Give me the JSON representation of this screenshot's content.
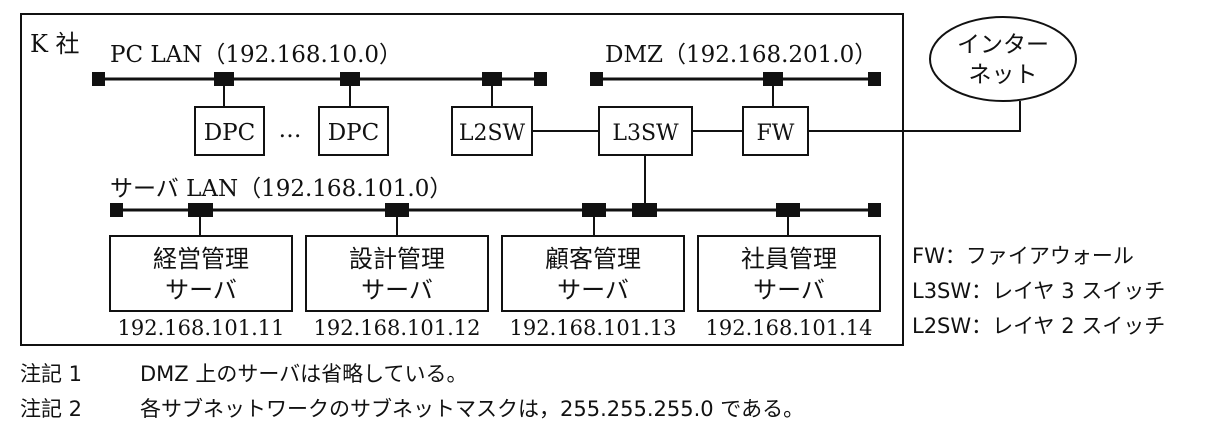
{
  "company_label": "K 社",
  "pclan": {
    "label": "PC LAN（192.168.10.0）"
  },
  "dmz": {
    "label": "DMZ（192.168.201.0）"
  },
  "serverlan": {
    "label": "サーバ LAN（192.168.101.0）"
  },
  "internet": {
    "line1": "インター",
    "line2": "ネット"
  },
  "devices": {
    "dpc1": "DPC",
    "ellipsis": "…",
    "dpc2": "DPC",
    "l2sw": "L2SW",
    "l3sw": "L3SW",
    "fw": "FW"
  },
  "servers": [
    {
      "line1": "経営管理",
      "line2": "サーバ",
      "ip": "192.168.101.11"
    },
    {
      "line1": "設計管理",
      "line2": "サーバ",
      "ip": "192.168.101.12"
    },
    {
      "line1": "顧客管理",
      "line2": "サーバ",
      "ip": "192.168.101.13"
    },
    {
      "line1": "社員管理",
      "line2": "サーバ",
      "ip": "192.168.101.14"
    }
  ],
  "legend": [
    "FW：ファイアウォール",
    "L3SW：レイヤ 3 スイッチ",
    "L2SW：レイヤ 2 スイッチ"
  ],
  "notes": [
    {
      "label": "注記 1",
      "text": "DMZ 上のサーバは省略している。"
    },
    {
      "label": "注記 2",
      "text": "各サブネットワークのサブネットマスクは，255.255.255.0 である。"
    }
  ]
}
